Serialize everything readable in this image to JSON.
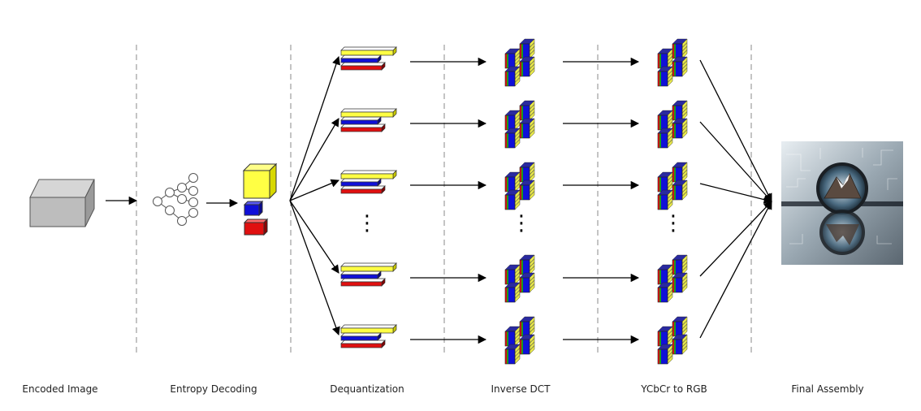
{
  "stages": [
    {
      "label": "Encoded Image"
    },
    {
      "label": "Entropy Decoding"
    },
    {
      "label": "Dequantization"
    },
    {
      "label": "Inverse DCT"
    },
    {
      "label": "YCbCr to RGB"
    },
    {
      "label": "Final Assembly"
    }
  ],
  "colors": {
    "y_channel": "#ffff44",
    "cb_channel": "#1010d8",
    "cr_channel": "#e01010",
    "box": "#bdbdbd",
    "green": "#1a9a1a",
    "divider": "#888888",
    "arrow": "#000000"
  },
  "icons": {
    "encoded_image": "gray-box-icon",
    "entropy_decoding": "tree-graph-icon",
    "channels": "ycbcr-blocks-icon",
    "final_image": "mountain-lens-image"
  },
  "ellipsis": "⋮"
}
